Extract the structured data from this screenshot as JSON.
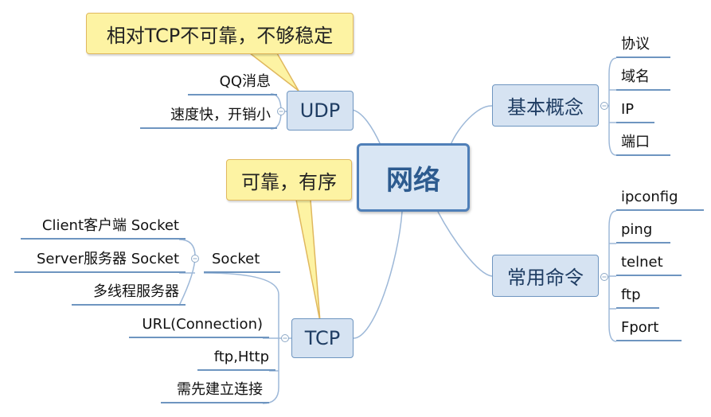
{
  "central": {
    "label": "网络"
  },
  "branches": {
    "udp": {
      "label": "UDP",
      "note": "相对TCP不可靠，不够稳定",
      "items": [
        "QQ消息",
        "速度快，开销小"
      ]
    },
    "tcp": {
      "label": "TCP",
      "note": "可靠，有序",
      "socket": {
        "label": "Socket",
        "items": [
          "Client客户端 Socket",
          "Server服务器 Socket",
          "多线程服务器"
        ]
      },
      "items": [
        "URL(Connection)",
        "ftp,Http",
        "需先建立连接"
      ]
    },
    "concepts": {
      "label": "基本概念",
      "items": [
        "协议",
        "域名",
        "IP",
        "端口"
      ]
    },
    "commands": {
      "label": "常用命令",
      "items": [
        "ipconfig",
        "ping",
        "telnet",
        "ftp",
        "Fport"
      ]
    }
  },
  "colors": {
    "line": "#9db8d8",
    "node_border": "#6e95c0",
    "node_fill": "#d6e3f2",
    "callout_fill": "#fdf3a3",
    "callout_border": "#e0b85e"
  }
}
